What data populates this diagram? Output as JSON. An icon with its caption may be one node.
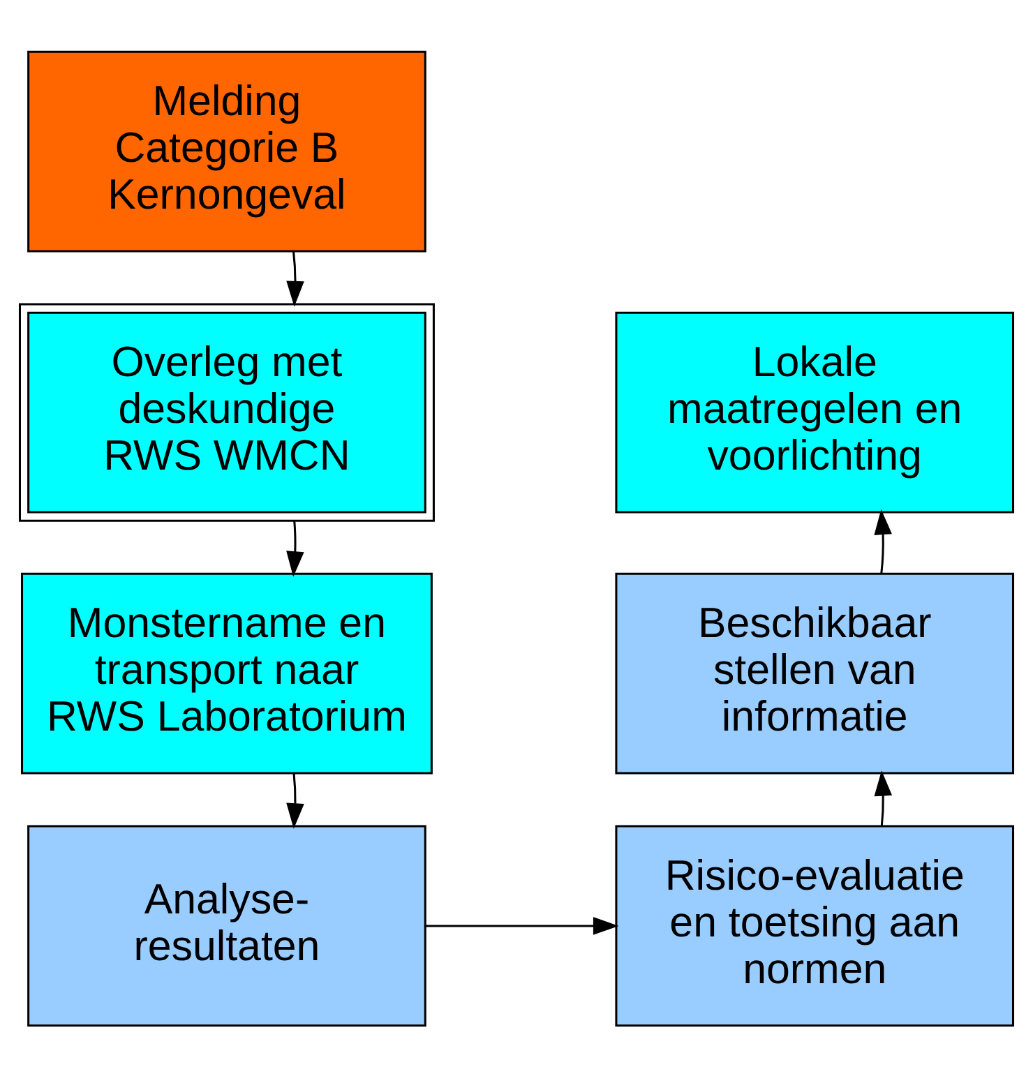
{
  "diagram": {
    "nodes": [
      {
        "text": [
          "Melding Categorie B Kernongeval"
        ]
      },
      {
        "text": [
          "Overleg met deskundige",
          "RWS WMCN"
        ]
      },
      {
        "text": [
          "Monstername en transport naar RWS Laboratorium"
        ]
      },
      {
        "text": [
          "Analyse- resultaten"
        ]
      },
      {
        "text": [
          "Risico-evaluatie en toetsing aan normen"
        ]
      },
      {
        "text": [
          "Beschikbaar stellen van informatie"
        ]
      },
      {
        "text": [
          "Lokale maatregelen en voorlichting"
        ]
      }
    ],
    "edges": [
      {
        "from": 0,
        "to": 1,
        "arrow": "to"
      },
      {
        "from": 1,
        "to": 2,
        "arrow": "to"
      },
      {
        "from": 2,
        "to": 3,
        "arrow": "to"
      },
      {
        "from": 3,
        "to": 4,
        "arrow": "to"
      },
      {
        "from": 4,
        "to": 5,
        "arrow": "to"
      },
      {
        "from": 5,
        "to": 6,
        "arrow": "to"
      }
    ]
  }
}
